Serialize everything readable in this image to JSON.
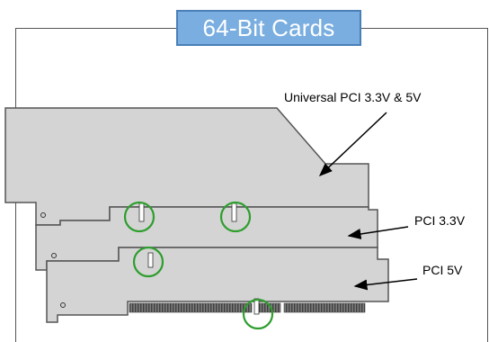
{
  "title": "64-Bit Cards",
  "labels": {
    "universal": "Universal PCI 3.3V & 5V",
    "pci33": "PCI 3.3V",
    "pci5": "PCI 5V"
  },
  "colors": {
    "card_fill": "#d4d4d4",
    "card_stroke": "#555555",
    "key_circle": "#2e9e2e",
    "title_fill": "#7aaee0",
    "title_border": "#4a7fb8",
    "arrow": "#000000"
  }
}
